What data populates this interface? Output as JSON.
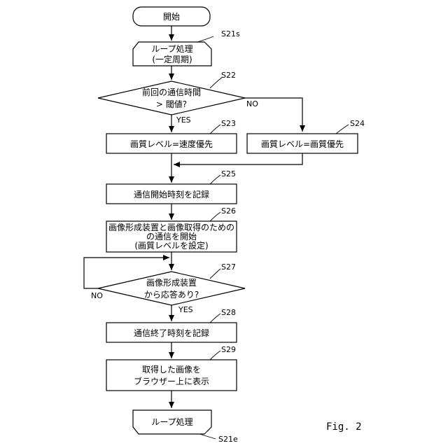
{
  "start": {
    "label": "開始"
  },
  "loop_start": {
    "id": "S21s",
    "line1": "ループ処理",
    "line2": "(一定周期)"
  },
  "s22": {
    "id": "S22",
    "line1": "前回の通信時間",
    "line2": "> 閾値?",
    "yes": "YES",
    "no": "NO"
  },
  "s23": {
    "id": "S23",
    "label": "画質レベル=速度優先"
  },
  "s24": {
    "id": "S24",
    "label": "画質レベル=画質優先"
  },
  "s25": {
    "id": "S25",
    "label": "通信開始時刻を記録"
  },
  "s26": {
    "id": "S26",
    "line1": "画像形成装置と画像取得のための",
    "line2": "の通信を開始",
    "line3": "(画質レベルを設定)"
  },
  "s27": {
    "id": "S27",
    "line1": "画像形成装置",
    "line2": "から応答あり?",
    "yes": "YES",
    "no": "NO"
  },
  "s28": {
    "id": "S28",
    "label": "通信終了時刻を記録"
  },
  "s29": {
    "id": "S29",
    "line1": "取得した画像を",
    "line2": "ブラウザー上に表示"
  },
  "loop_end": {
    "id": "S21e",
    "label": "ループ処理"
  },
  "figure_label": "Fig. 2"
}
